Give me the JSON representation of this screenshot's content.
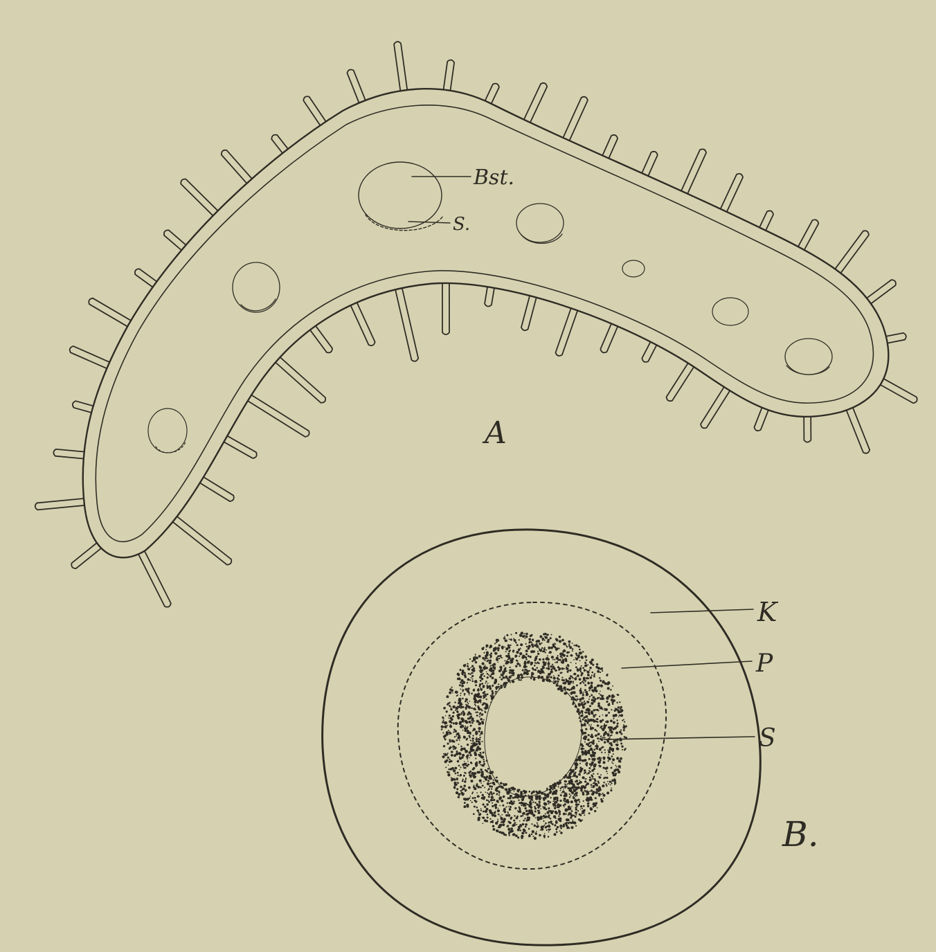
{
  "figure_a": {
    "panel_label": "A",
    "labels": {
      "bst": "Bst.",
      "s": "S."
    }
  },
  "figure_b": {
    "panel_label": "B.",
    "labels": {
      "k": "K",
      "p": "P",
      "s": "S"
    }
  },
  "colors": {
    "paper": "#d6d2b1",
    "ink": "#2f2c25"
  }
}
